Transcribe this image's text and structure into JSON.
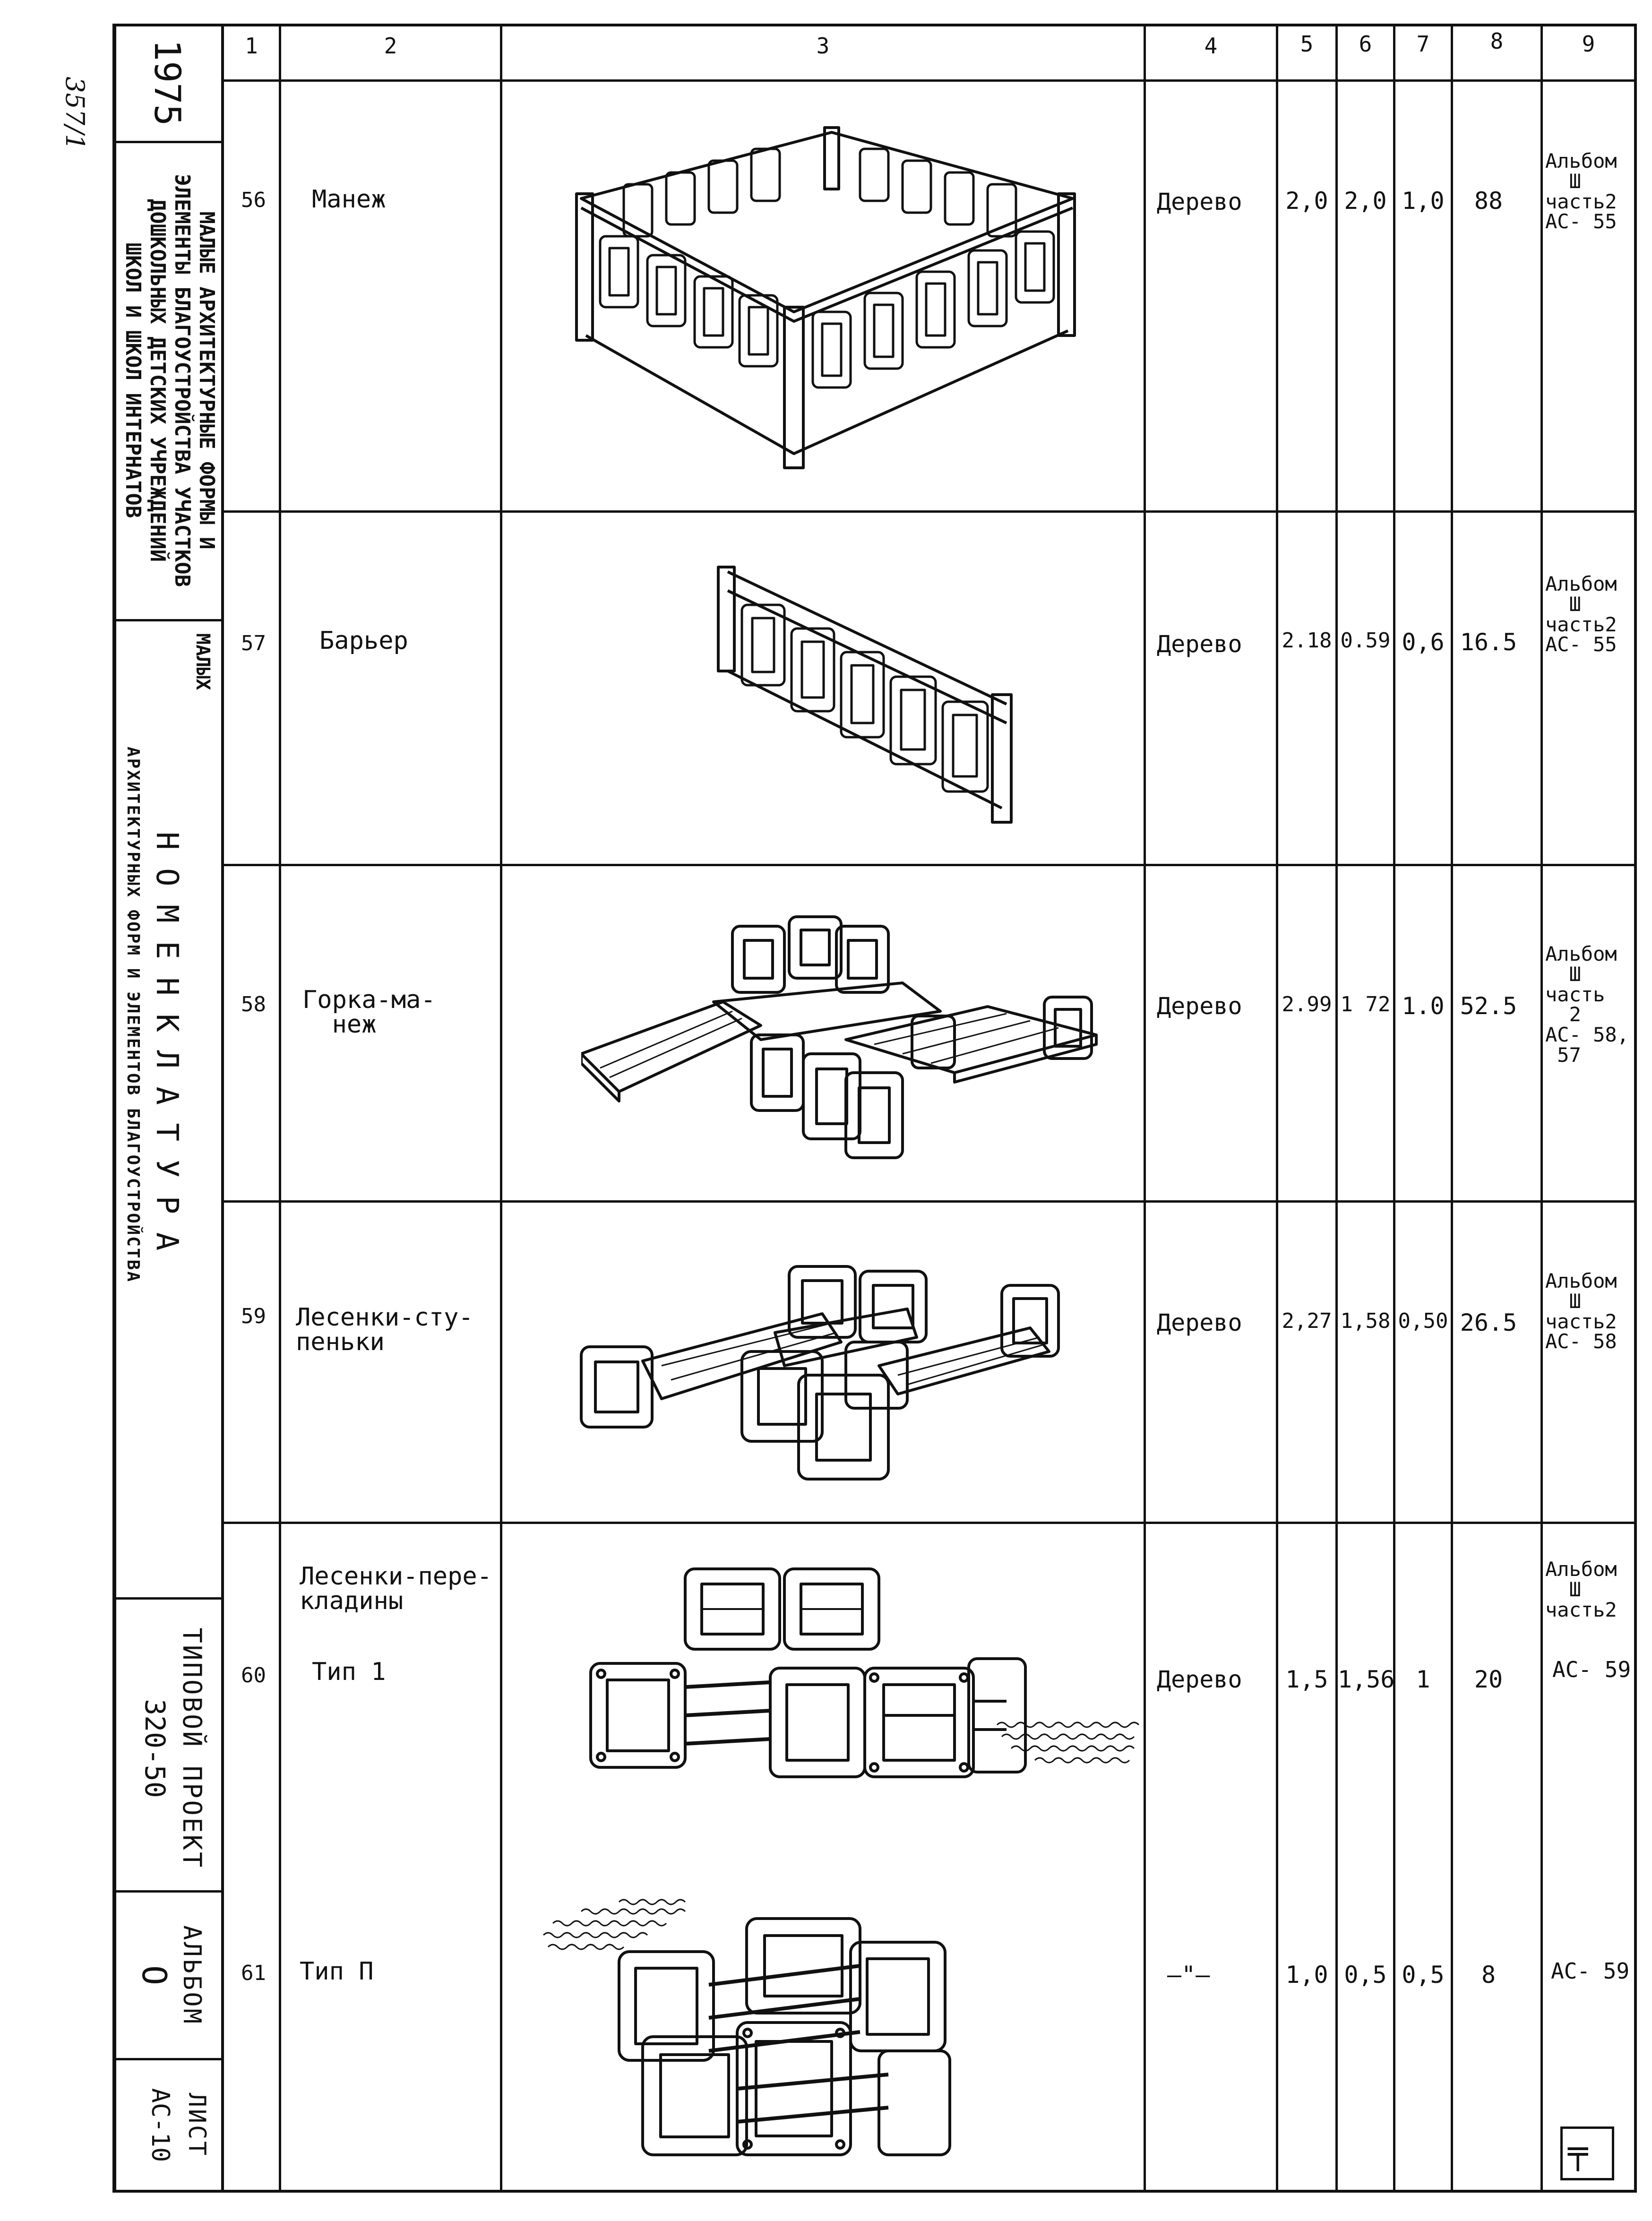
{
  "page_number": "357/1",
  "side_panel": {
    "year": "1975",
    "section_title_lines": [
      "МАЛЫЕ АРХИТЕКТУРНЫЕ ФОРМЫ И",
      "ЭЛЕМЕНТЫ БЛАГОУСТРОЙСТВА УЧАСТКОВ",
      "ДОШКОЛЬНЫХ ДЕТСКИХ УЧРЕЖДЕНИЙ",
      "ШКОЛ И ШКОЛ ИНТЕРНАТОВ"
    ],
    "nomenclature_title": "Н О М Е Н К Л А Т У Р А",
    "nomenclature_sub_1": "МАЛЫХ",
    "nomenclature_sub_2": "АРХИТЕКТУРНЫХ  ФОРМ  И  ЭЛЕМЕНТОВ  БЛАГОУСТРОЙСТВА",
    "project_label": "ТИПОВОЙ ПРОЕКТ",
    "project_number": "320-50",
    "album_label": "АЛЬБОМ",
    "album_number": "О",
    "sheet_label": "ЛИСТ",
    "sheet_number": "АС-10"
  },
  "table": {
    "headers": [
      "1",
      "2",
      "3",
      "4",
      "5",
      "6",
      "7",
      "8",
      "9"
    ],
    "rows": [
      {
        "num": "56",
        "name": "Манеж",
        "drawing": "playpen-drawing",
        "material": "Дерево",
        "c5": "2,0",
        "c6": "2,0",
        "c7": "1,0",
        "c8": "88",
        "ref": "Альбом\n  Ш\nчасть2\nАС- 55"
      },
      {
        "num": "57",
        "name": "Барьер",
        "drawing": "barrier-drawing",
        "material": "Дерево",
        "c5": "2.18",
        "c6": "0.59",
        "c7": "0,6",
        "c8": "16.5",
        "ref": "Альбом\n  Ш\nчасть2\nАС- 55"
      },
      {
        "num": "58",
        "name": "Горка-ма-\n  неж",
        "drawing": "slide-playpen-drawing",
        "material": "Дерево",
        "c5": "2.99",
        "c6": "1 72",
        "c7": "1.0",
        "c8": "52.5",
        "ref": "Альбом\n  Ш\nчасть\n  2\nАС- 58,\n 57"
      },
      {
        "num": "59",
        "name": "Лесенки-сту-\nпеньки",
        "drawing": "step-ladders-drawing",
        "material": "Дерево",
        "c5": "2,27",
        "c6": "1,58",
        "c7": "0,50",
        "c8": "26.5",
        "ref": "Альбом\n  Ш\nчасть2\nАС- 58"
      },
      {
        "num": "60",
        "name": "Тип 1",
        "title_above": "Лесенки-пере-\nкладины",
        "drawing": "crossbar-ladders-type1-drawing",
        "material": "Дерево",
        "c5": "1,5",
        "c6": "1,56",
        "c7": "1",
        "c8": "20",
        "ref": "АС- 59",
        "ref_above": "Альбом\n  Ш\nчасть2"
      },
      {
        "num": "61",
        "name": "Тип П",
        "drawing": "crossbar-ladders-type2-drawing",
        "material": "—\"—",
        "c5": "1,0",
        "c6": "0,5",
        "c7": "0,5",
        "c8": "8",
        "ref": "АС- 59"
      }
    ],
    "corner_mark": "╤"
  }
}
